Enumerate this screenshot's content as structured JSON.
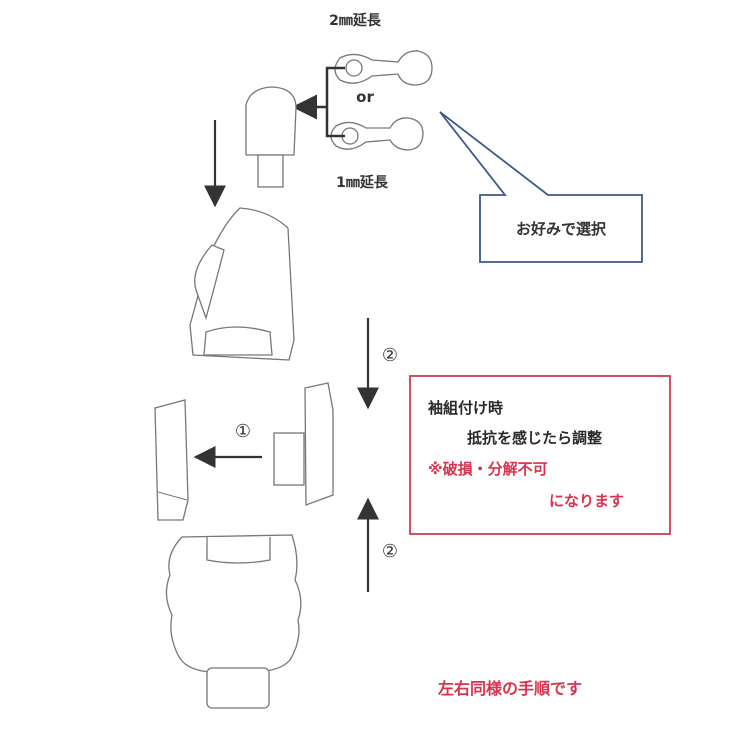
{
  "labels": {
    "extend_2mm": "2㎜延長",
    "or": "or",
    "extend_1mm": "1㎜延長",
    "callout": "お好みで選択",
    "step1": "①",
    "step2_top": "②",
    "step2_bottom": "②",
    "footer": "左右同様の手順です"
  },
  "note_box": {
    "line1": "袖組付け時",
    "line2": "抵抗を感じたら調整",
    "warning1": "※破損・分解不可",
    "warning2": "になります"
  },
  "colors": {
    "text": "#2a2a2a",
    "warning": "#d8344f",
    "note_border": "#d23a55",
    "callout_border": "#3a5a8a"
  }
}
